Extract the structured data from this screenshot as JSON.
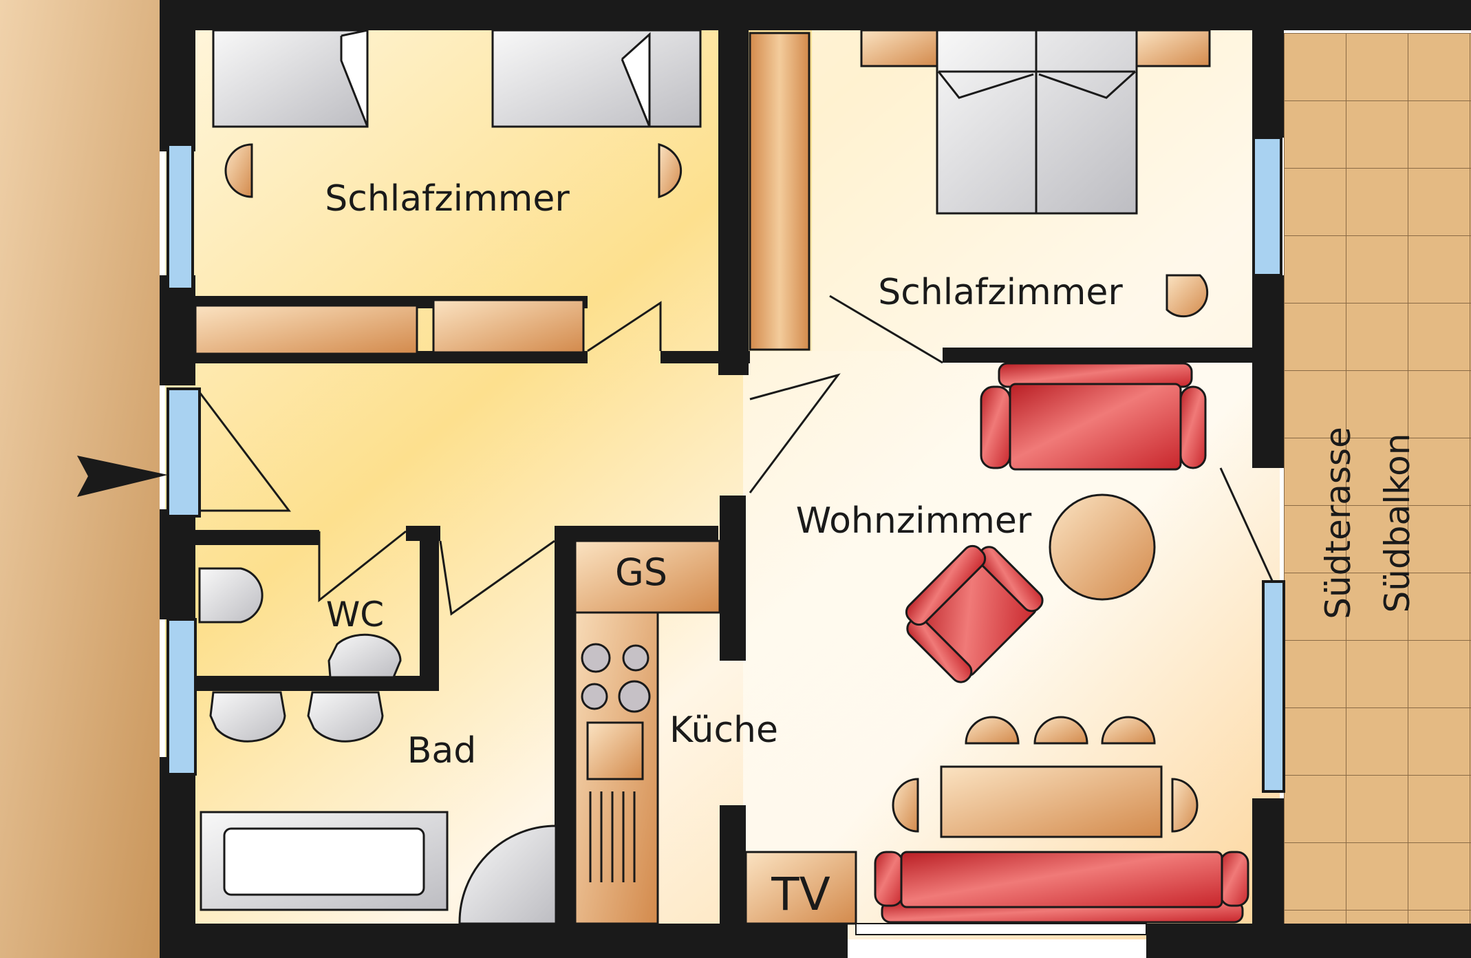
{
  "rooms": {
    "bedroom_left": "Schlafzimmer",
    "bedroom_right": "Schlafzimmer",
    "living": "Wohnzimmer",
    "wc": "WC",
    "bath": "Bad",
    "kitchen": "Küche",
    "gs": "GS",
    "tv": "TV"
  },
  "terrace": {
    "line1": "Südterasse",
    "line2": "Südbalkon"
  },
  "colors": {
    "wall": "#1a1a1a",
    "floor_light": "#fff8e6",
    "floor_warm": "#fdd977",
    "wood": "#d9955a",
    "wood_light": "#f3d3a6",
    "sofa_red": "#d8363a",
    "window": "#9ec8ec",
    "corridor_left": "#e5b987",
    "terrace": "#e2b77f",
    "grey_appliance": "#c9c9cc"
  }
}
